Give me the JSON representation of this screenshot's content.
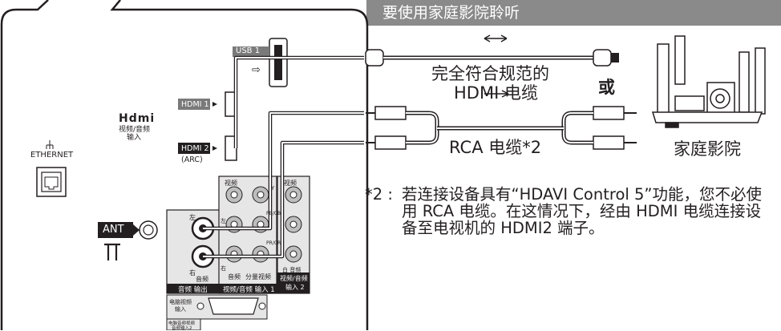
{
  "header": {
    "title": "要使用家庭影院聆听"
  },
  "cables": {
    "hdmi_label_line1": "完全符合规范的",
    "hdmi_label_line2": "HDMI 电缆",
    "or_label": "或",
    "rca_label": "RCA 电缆*2"
  },
  "home_theater": {
    "label": "家庭影院"
  },
  "note": {
    "mark": "*2 :",
    "text": "若连接设备具有“HDAVI Control 5”功能，您不必使用 RCA 电缆。在这情况下，经由 HDMI 电缆连接设备至电视机的 HDMI2 端子。"
  },
  "tv_panel": {
    "usb_label": "USB 1",
    "hdmi_logo": "Hdmi",
    "hdmi_group_label_1": "视频/音频",
    "hdmi_group_label_2": "输入",
    "hdmi1_label": "HDMI 1",
    "hdmi2_label": "HDMI 2",
    "arc_label": "(ARC)",
    "ethernet_label": "ETHERNET",
    "ant_label": "ANT",
    "audio_out_left": "左",
    "audio_out_right": "右",
    "audio_out_audio": "音频",
    "audio_out_section": "音频 输出",
    "video_label_1": "视频",
    "video_label_2": "视频",
    "audio_label_mid": "音频",
    "component_label": "分量视频",
    "av_in1_section": "视频/音频 输入 1",
    "av_in2_line1": "视频/音频",
    "av_in2_line2": "输入 2",
    "white_audio": "白 音频",
    "y_label": "Y",
    "pb_label": "PB/CB",
    "pr_label": "PR/CR",
    "left_small": "左",
    "right_small": "右",
    "pc_label_1": "电脑视频",
    "pc_label_2": "输入",
    "pc_audio_1": "电脑音频视频",
    "pc_audio_2": "音频输入2"
  },
  "colors": {
    "header_bg": "#8a8a8a",
    "panel_border": "#231f20",
    "jack_gray": "#bdbdbd",
    "dark_tag": "#231f20",
    "gray_tag": "#7a7a7a"
  }
}
